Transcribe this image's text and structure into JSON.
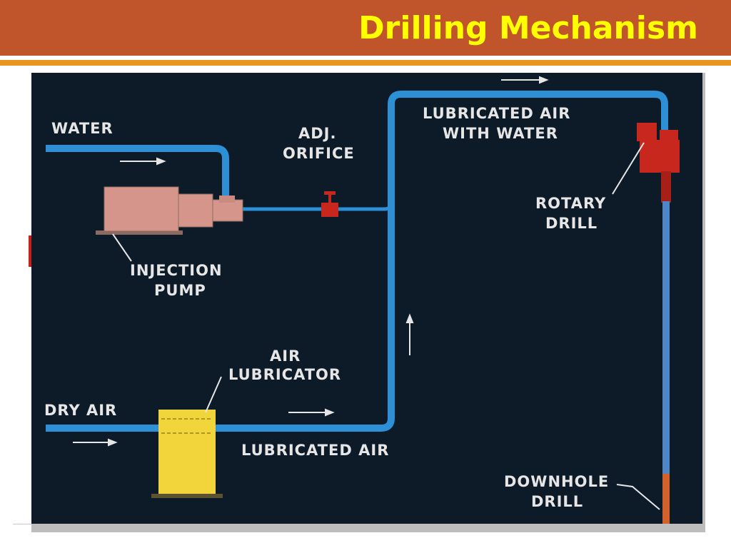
{
  "slide": {
    "title": "Drilling Mechanism"
  },
  "diagram": {
    "labels": {
      "water": "WATER",
      "adj_orifice_line1": "ADJ.",
      "adj_orifice_line2": "ORIFICE",
      "lubricated_air_with_water_line1": "LUBRICATED AIR",
      "lubricated_air_with_water_line2": "WITH WATER",
      "rotary_drill_line1": "ROTARY",
      "rotary_drill_line2": "DRILL",
      "injection_pump_line1": "INJECTION",
      "injection_pump_line2": "PUMP",
      "air_lubricator_line1": "AIR",
      "air_lubricator_line2": "LUBRICATOR",
      "dry_air": "DRY AIR",
      "lubricated_air": "LUBRICATED AIR",
      "downhole_drill_line1": "DOWNHOLE",
      "downhole_drill_line2": "DRILL"
    },
    "colors": {
      "background": "#0d1a28",
      "pipe": "#2d8fd6",
      "pump": "#d6958a",
      "valve": "#c8271e",
      "lubricator": "#f2d53a",
      "drill_rod": "#4f86c6",
      "drill_bit": "#d3612c",
      "label": "#e6e6e6"
    }
  }
}
